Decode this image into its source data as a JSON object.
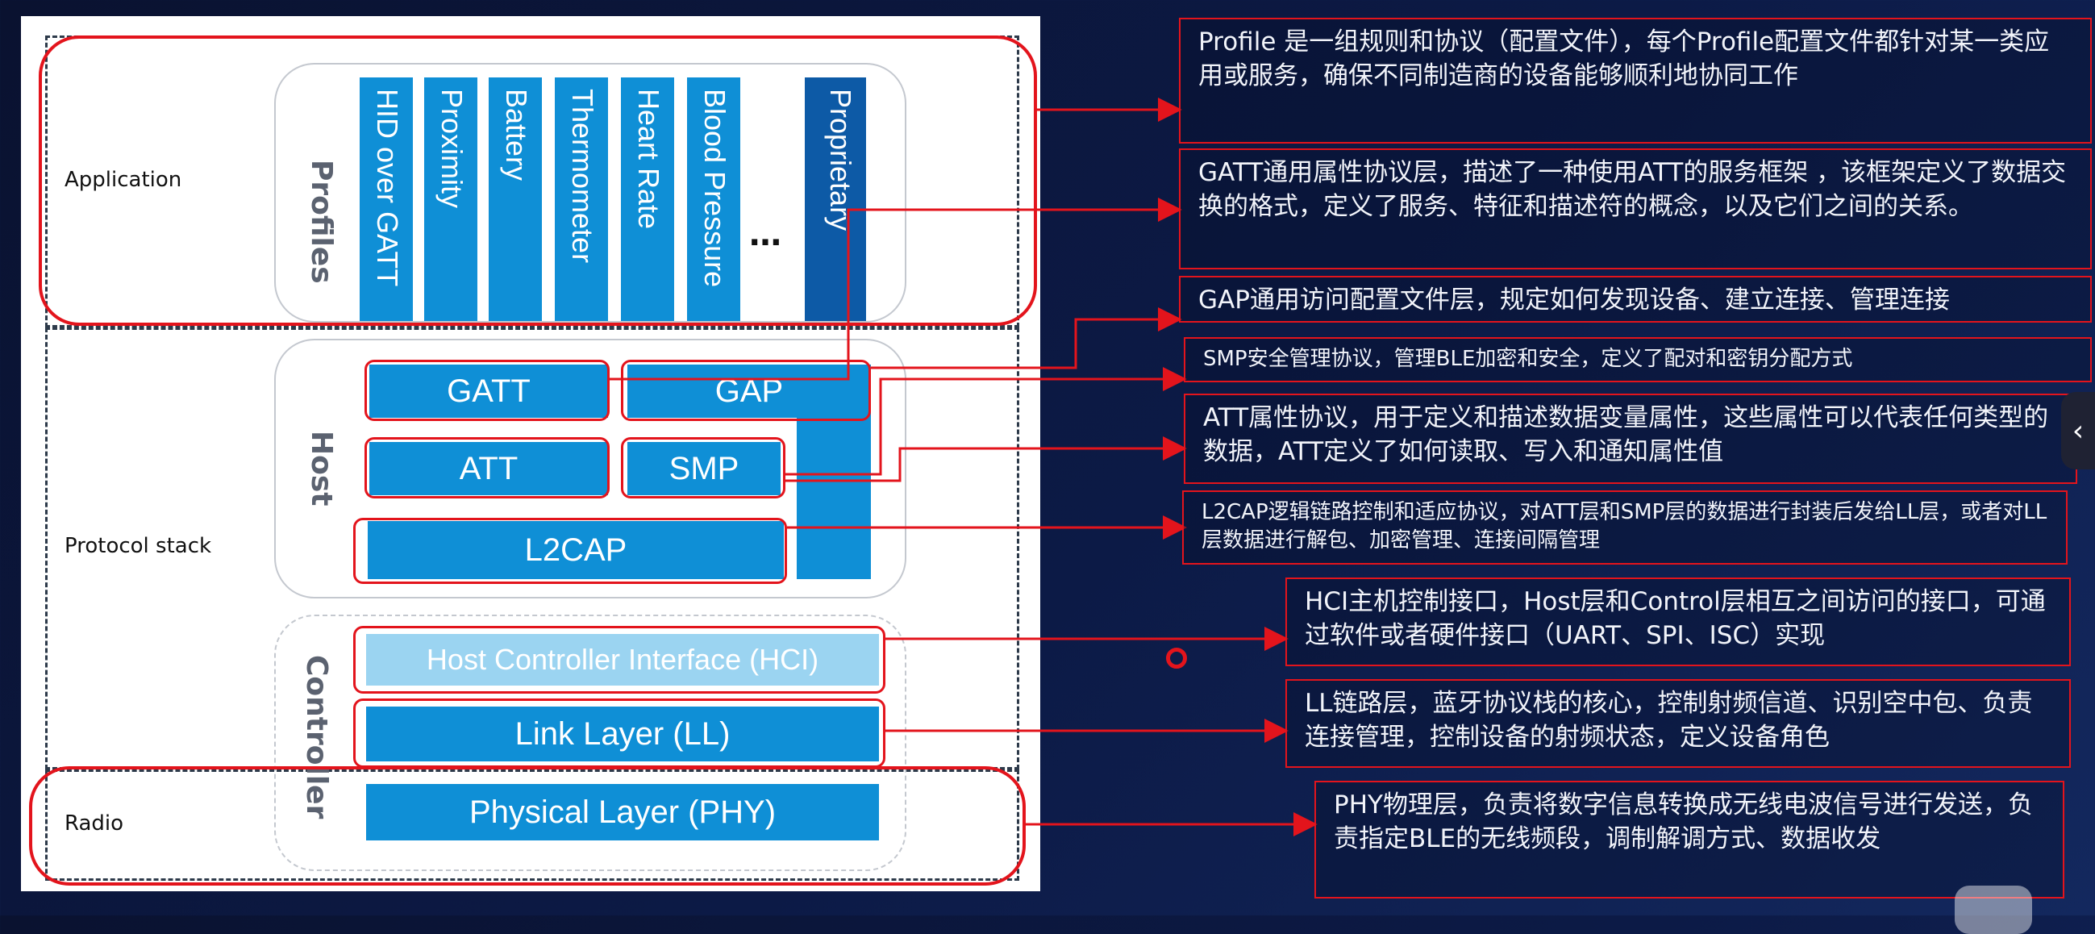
{
  "sections": {
    "application": "Application",
    "protocol_stack": "Protocol stack",
    "radio": "Radio"
  },
  "groups": {
    "profiles": "Profiles",
    "host": "Host",
    "controller": "Controller"
  },
  "profiles": [
    "HID over GATT",
    "Proximity",
    "Battery",
    "Thermometer",
    "Heart Rate",
    "Blood Pressure",
    "…",
    "Proprietary"
  ],
  "layers": {
    "gatt": "GATT",
    "gap": "GAP",
    "att": "ATT",
    "smp": "SMP",
    "l2cap": "L2CAP",
    "hci": "Host Controller Interface (HCI)",
    "ll": "Link Layer (LL)",
    "phy": "Physical Layer (PHY)"
  },
  "annotations": {
    "profile": "Profile 是一组规则和协议（配置文件），每个Profile配置文件都针对某一类应用或服务，确保不同制造商的设备能够顺利地协同工作",
    "gatt": "GATT通用属性协议层，描述了一种使用ATT的服务框架 ，该框架定义了数据交换的格式，定义了服务、特征和描述符的概念，以及它们之间的关系。",
    "gap": "GAP通用访问配置文件层，规定如何发现设备、建立连接、管理连接",
    "smp": "SMP安全管理协议，管理BLE加密和安全，定义了配对和密钥分配方式",
    "att": "ATT属性协议，用于定义和描述数据变量属性，这些属性可以代表任何类型的数据，ATT定义了如何读取、写入和通知属性值",
    "l2cap": "L2CAP逻辑链路控制和适应协议，对ATT层和SMP层的数据进行封装后发给LL层，或者对LL层数据进行解包、加密管理、连接间隔管理",
    "hci": "HCI主机控制接口，Host层和Control层相互之间访问的接口，可通过软件或者硬件接口（UART、SPI、ISC）实现",
    "ll": "LL链路层，蓝牙协议栈的核心，控制射频信道、识别空中包、负责连接管理，控制设备的射频状态，定义设备角色",
    "phy": "PHY物理层，负责将数字信息转换成无线电波信号进行发送，负责指定BLE的无线频段，调制解调方式、数据收发"
  },
  "ui": {
    "side_tab_glyph": "‹",
    "side_tab_icon": "chevron-left-icon",
    "target_icon": "target-circle-icon"
  },
  "colors": {
    "accent_red": "#e3141c",
    "layer_blue": "#0f8fd6",
    "hci_light_blue": "#9bd4f1",
    "proprietary_blue": "#0d5aa6"
  }
}
